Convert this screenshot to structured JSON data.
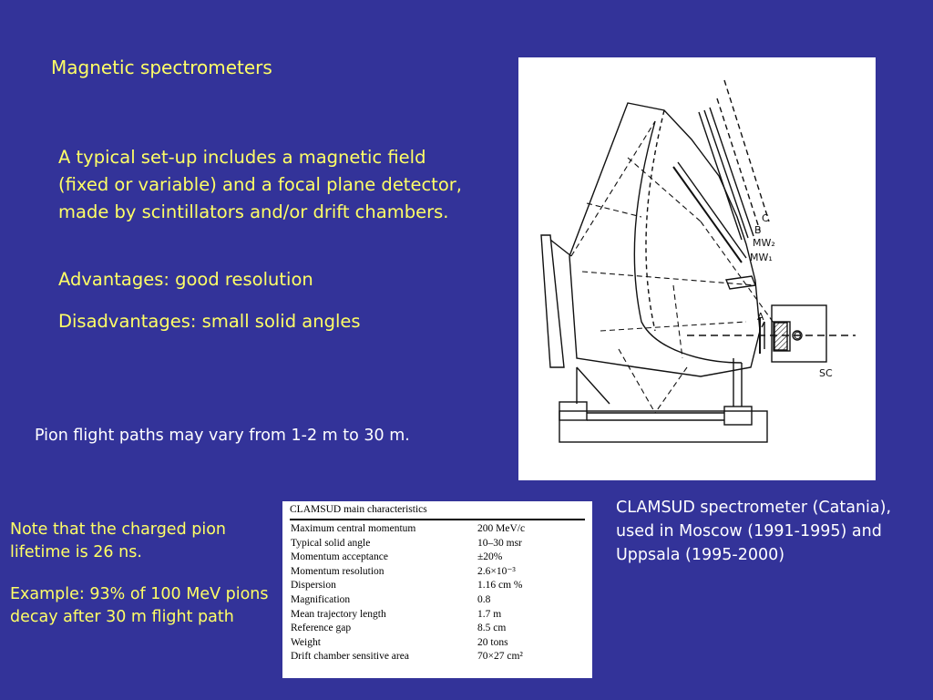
{
  "title": "Magnetic spectrometers",
  "intro": "A typical set-up includes a magnetic field (fixed or variable) and a focal plane detector, made by scintillators and/or drift chambers.",
  "advantages": "Advantages: good resolution",
  "disadvantages": "Disadvantages: small solid angles",
  "pion_paths": "Pion flight paths may vary from 1-2 m to 30 m.",
  "lifetime_note": "Note that the charged pion lifetime is 26 ns.",
  "example_note": "Example: 93% of 100 MeV pions decay after 30 m flight path",
  "caption": "CLAMSUD spectrometer (Catania), used in Moscow (1991-1995) and Uppsala (1995-2000)",
  "figure": {
    "labels": {
      "c": "C",
      "b": "B",
      "mw2": "MW₂",
      "mw1": "MW₁",
      "a": "A",
      "o": "O",
      "sc": "SC"
    }
  },
  "table": {
    "title": "CLAMSUD main characteristics",
    "rows": [
      {
        "label": "Maximum central momentum",
        "value": "200 MeV/c"
      },
      {
        "label": "Typical solid angle",
        "value": "10–30 msr"
      },
      {
        "label": "Momentum acceptance",
        "value": "±20%"
      },
      {
        "label": "Momentum resolution",
        "value": "2.6×10⁻³"
      },
      {
        "label": "Dispersion",
        "value": "1.16 cm %"
      },
      {
        "label": "Magnification",
        "value": "0.8"
      },
      {
        "label": "Mean trajectory length",
        "value": "1.7 m"
      },
      {
        "label": "Reference gap",
        "value": "8.5 cm"
      },
      {
        "label": "Weight",
        "value": "20 tons"
      },
      {
        "label": "Drift chamber sensitive area",
        "value": "70×27 cm²"
      }
    ]
  },
  "colors": {
    "background": "#333399",
    "yellow_text": "#ffff66",
    "white_text": "#ffffff"
  }
}
